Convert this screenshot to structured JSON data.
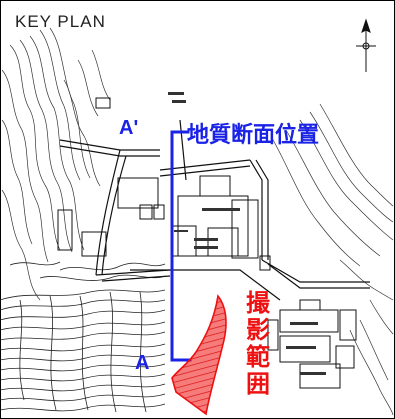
{
  "map": {
    "title": "KEY PLAN",
    "section_line": {
      "start_label": "A'",
      "end_label": "A",
      "caption": "地質断面位置",
      "color": "#1a22e6"
    },
    "shooting_range": {
      "chars": [
        "撮",
        "影",
        "範",
        "囲"
      ],
      "color": "#ee1111"
    },
    "icons": [
      "north-arrow-icon"
    ]
  }
}
